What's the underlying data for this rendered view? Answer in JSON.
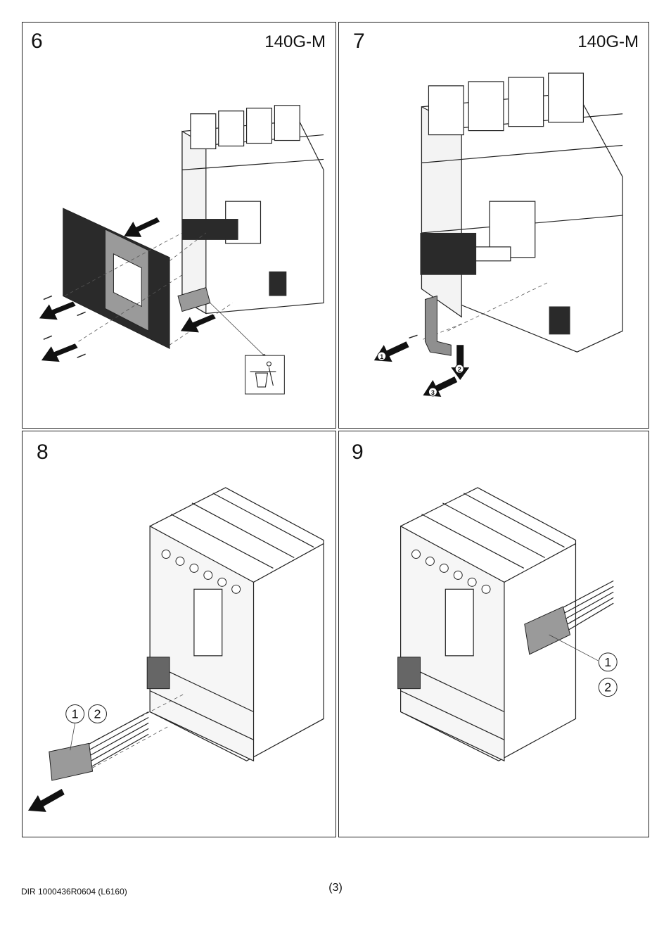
{
  "panels": [
    {
      "step": "6",
      "model": "140G-M"
    },
    {
      "step": "7",
      "model": "140G-M",
      "markers": [
        "1",
        "2",
        "3"
      ]
    },
    {
      "step": "8",
      "callouts": [
        "1",
        "2"
      ]
    },
    {
      "step": "9",
      "callouts": [
        "1",
        "2"
      ]
    }
  ],
  "footer": {
    "doc_code": "DIR 1000436R0604 (L6160)",
    "page": "(3)"
  },
  "colors": {
    "line": "#222222",
    "dark_fill": "#2a2a2a",
    "mid_fill": "#9a9a9a",
    "light_fill": "#e8e8e8"
  }
}
